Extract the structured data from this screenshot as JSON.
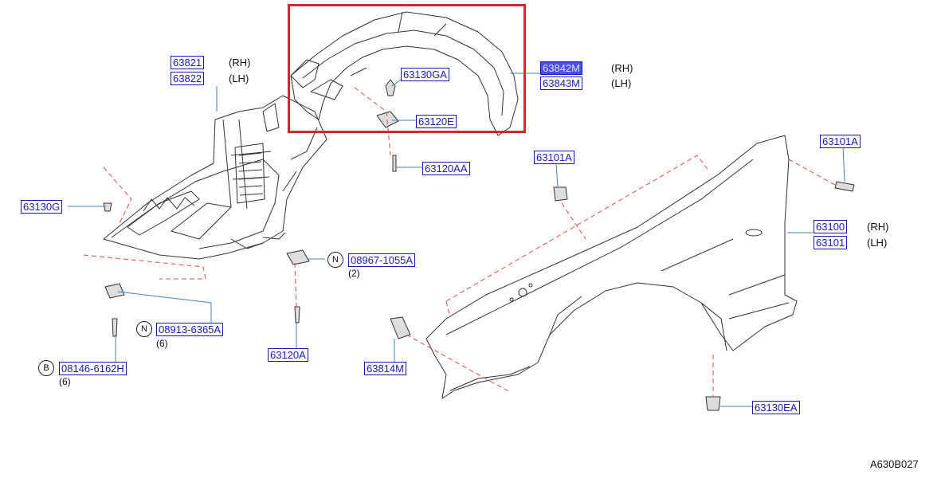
{
  "figure_code": "A630B027",
  "highlight_color": "#d9262c",
  "parts": {
    "p63821": "63821",
    "p63822": "63822",
    "p63842m": "63842M",
    "p63843m": "63843M",
    "p63130ga": "63130GA",
    "p63120e": "63120E",
    "p63120aa": "63120AA",
    "p63130g": "63130G",
    "p63101a_r": "63101A",
    "p63101a_c": "63101A",
    "p63100": "63100",
    "p63101": "63101",
    "p08967": "08967-1055A",
    "p08913": "08913-6365A",
    "p08146": "08146-6162H",
    "p63120a": "63120A",
    "p63814m": "63814M",
    "p63130ea": "63130EA"
  },
  "suffixes": {
    "rh": "(RH)",
    "lh": "(LH)"
  },
  "quantities": {
    "q2": "(2)",
    "q6a": "(6)",
    "q6b": "(6)"
  },
  "symbols": {
    "n": "N",
    "b": "B"
  }
}
